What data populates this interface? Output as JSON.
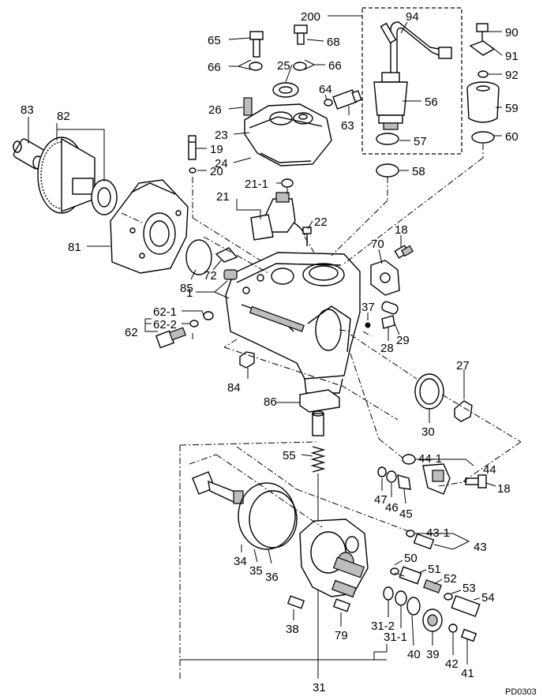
{
  "diagram_code": "PD0303",
  "labels": [
    {
      "key": "p200",
      "text": "200"
    },
    {
      "key": "p94",
      "text": "94"
    },
    {
      "key": "p90",
      "text": "90"
    },
    {
      "key": "p91",
      "text": "91"
    },
    {
      "key": "p92",
      "text": "92"
    },
    {
      "key": "p65",
      "text": "65"
    },
    {
      "key": "p68",
      "text": "68"
    },
    {
      "key": "p66a",
      "text": "66"
    },
    {
      "key": "p25",
      "text": "25"
    },
    {
      "key": "p66b",
      "text": "66"
    },
    {
      "key": "p64",
      "text": "64"
    },
    {
      "key": "p56",
      "text": "56"
    },
    {
      "key": "p59",
      "text": "59"
    },
    {
      "key": "p83",
      "text": "83"
    },
    {
      "key": "p82",
      "text": "82"
    },
    {
      "key": "p26",
      "text": "26"
    },
    {
      "key": "p63",
      "text": "63"
    },
    {
      "key": "p23",
      "text": "23"
    },
    {
      "key": "p57",
      "text": "57"
    },
    {
      "key": "p60",
      "text": "60"
    },
    {
      "key": "p19",
      "text": "19"
    },
    {
      "key": "p24",
      "text": "24"
    },
    {
      "key": "p20",
      "text": "20"
    },
    {
      "key": "p58",
      "text": "58"
    },
    {
      "key": "p21_1",
      "text": "21-1"
    },
    {
      "key": "p21",
      "text": "21"
    },
    {
      "key": "p22",
      "text": "22"
    },
    {
      "key": "p18a",
      "text": "18"
    },
    {
      "key": "p81",
      "text": "81"
    },
    {
      "key": "p70",
      "text": "70"
    },
    {
      "key": "p72",
      "text": "72"
    },
    {
      "key": "p85",
      "text": "85"
    },
    {
      "key": "p1",
      "text": "1"
    },
    {
      "key": "p37",
      "text": "37"
    },
    {
      "key": "p62_1",
      "text": "62-1"
    },
    {
      "key": "p62_2",
      "text": "62-2"
    },
    {
      "key": "p62",
      "text": "62"
    },
    {
      "key": "p29",
      "text": "29"
    },
    {
      "key": "p28",
      "text": "28"
    },
    {
      "key": "p27",
      "text": "27"
    },
    {
      "key": "p84",
      "text": "84"
    },
    {
      "key": "p86",
      "text": "86"
    },
    {
      "key": "p30",
      "text": "30"
    },
    {
      "key": "p55",
      "text": "55"
    },
    {
      "key": "p44_1",
      "text": "44-1"
    },
    {
      "key": "p44",
      "text": "44"
    },
    {
      "key": "p18b",
      "text": "18"
    },
    {
      "key": "p47",
      "text": "47"
    },
    {
      "key": "p46",
      "text": "46"
    },
    {
      "key": "p45",
      "text": "45"
    },
    {
      "key": "p43_1",
      "text": "43-1"
    },
    {
      "key": "p43",
      "text": "43"
    },
    {
      "key": "p34",
      "text": "34"
    },
    {
      "key": "p35",
      "text": "35"
    },
    {
      "key": "p36",
      "text": "36"
    },
    {
      "key": "p50",
      "text": "50"
    },
    {
      "key": "p51",
      "text": "51"
    },
    {
      "key": "p52",
      "text": "52"
    },
    {
      "key": "p53",
      "text": "53"
    },
    {
      "key": "p54",
      "text": "54"
    },
    {
      "key": "p38",
      "text": "38"
    },
    {
      "key": "p79",
      "text": "79"
    },
    {
      "key": "p31_2",
      "text": "31-2"
    },
    {
      "key": "p31_1",
      "text": "31-1"
    },
    {
      "key": "p40",
      "text": "40"
    },
    {
      "key": "p39",
      "text": "39"
    },
    {
      "key": "p42",
      "text": "42"
    },
    {
      "key": "p41",
      "text": "41"
    },
    {
      "key": "p31",
      "text": "31"
    }
  ]
}
